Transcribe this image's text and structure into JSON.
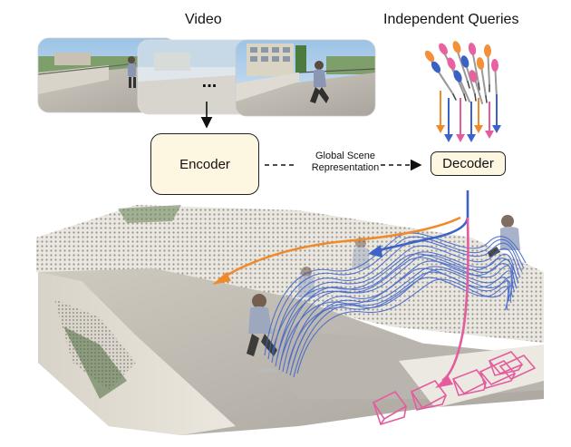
{
  "labels": {
    "video": "Video",
    "independent_queries": "Independent Queries",
    "ellipsis": "...",
    "encoder": "Encoder",
    "decoder": "Decoder",
    "global_scene_representation_line1": "Global Scene",
    "global_scene_representation_line2": "Representation"
  },
  "colors": {
    "encoder_fill": "#fdf7e2",
    "orange_track": "#ef8a2b",
    "blue_track": "#3d63c9",
    "pink_track": "#e35d9d",
    "dart_orange": "#f2913a",
    "dart_pink": "#e8629f",
    "dart_blue": "#3a62c4"
  },
  "icons": [
    "dart-icon",
    "camera-frustum-icon"
  ]
}
